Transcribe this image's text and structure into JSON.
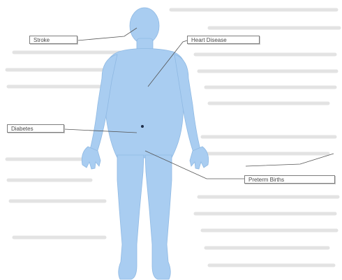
{
  "figure": {
    "body_color": "#a9cdf1",
    "body_edge_color": "#8fb9e3",
    "leader_line_color": "#555555",
    "background_text_color": "#e3e3e3"
  },
  "labels": {
    "stroke": "Stroke",
    "heart_disease": "Heart Disease",
    "diabetes": "Diabetes",
    "preterm_births": "Preterm Births"
  }
}
